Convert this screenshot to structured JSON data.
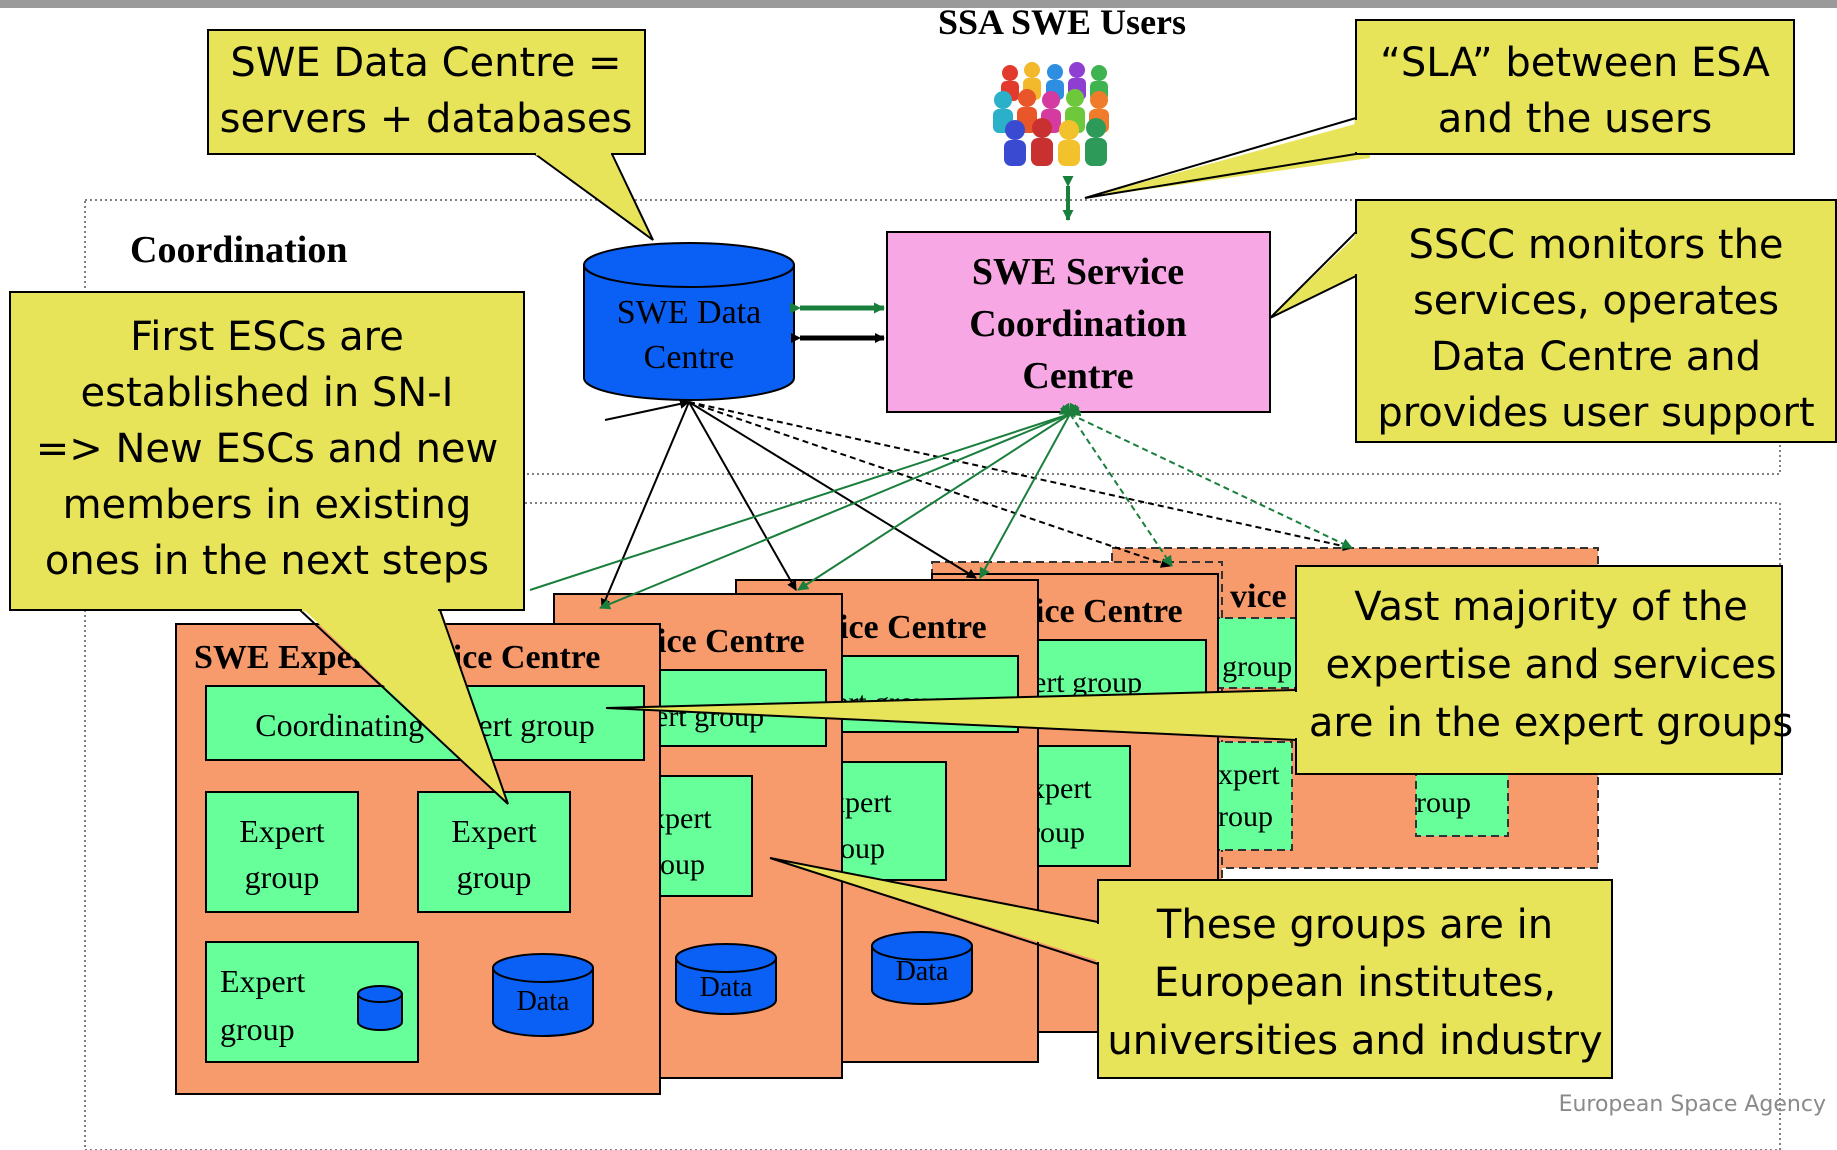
{
  "users": {
    "title": "SSA SWE Users",
    "icon": "people-crowd-icon"
  },
  "coordination_label": "Coordination",
  "data_centre": {
    "line1": "SWE Data",
    "line2": "Centre"
  },
  "sscc": {
    "line1": "SWE Service",
    "line2": "Coordination",
    "line3": "Centre"
  },
  "callouts": {
    "data_centre": [
      "SWE Data Centre =",
      "servers + databases"
    ],
    "sla": [
      "“SLA” between ESA",
      "and the users"
    ],
    "sscc": [
      "SSCC monitors the",
      "services, operates",
      "Data Centre and",
      "provides user support"
    ],
    "escs": [
      "First ESCs are",
      "established in SN-I",
      "=> New ESCs and new",
      "members in existing",
      "ones in the next steps"
    ],
    "expertise": [
      "Vast majority of the",
      "expertise and services",
      "are in the expert groups"
    ],
    "groups": [
      "These groups are in",
      "European institutes,",
      "universities and industry"
    ]
  },
  "centre": {
    "title": "SWE Expert Service Centre",
    "coordinating_group": "Coordinating expert group",
    "expert_group_line1": "Expert",
    "expert_group_line2": "group",
    "data_label": "Data",
    "partial_title": "vice Centre",
    "partial_group_a": "pert group",
    "partial_group_b": "xpert",
    "partial_group_c": "roup"
  },
  "footer": {
    "agency": "European Space Agency"
  },
  "colors": {
    "callout_fill": "#e8e45a",
    "centre_fill": "#f79a6c",
    "group_fill": "#66ff99",
    "data_fill": "#0a5ff5",
    "sscc_fill": "#f7a8e4",
    "green_arrow": "#1a7f3c",
    "top_bar": "#9a9a9a"
  }
}
